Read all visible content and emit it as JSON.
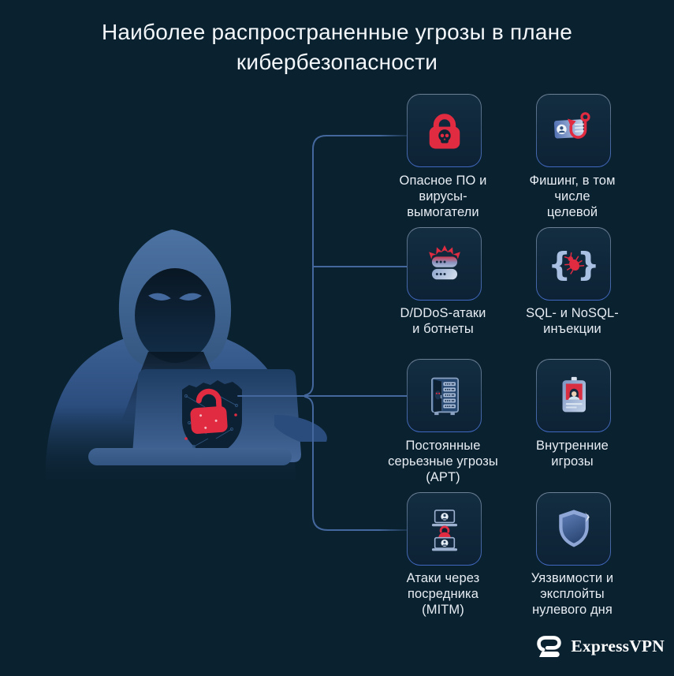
{
  "title": "Наиболее распространенные угрозы в плане кибербезопасности",
  "threats": [
    {
      "id": "malware-ransomware",
      "icon": "ransomware-lock-skull-icon",
      "label": "Опасное ПО и вирусы-вымогатели",
      "lines": [
        "Опасное ПО и",
        "вирусы-",
        "вымогатели"
      ]
    },
    {
      "id": "phishing",
      "icon": "phishing-hook-icon",
      "label": "Фишинг, в том числе целевой",
      "lines": [
        "Фишинг, в том",
        "числе",
        "целевой"
      ]
    },
    {
      "id": "ddos-botnets",
      "icon": "ddos-server-attack-icon",
      "label": "D/DDoS-атаки и ботнеты",
      "lines": [
        "D/DDoS-атаки",
        "и ботнеты"
      ]
    },
    {
      "id": "sql-injection",
      "icon": "sql-injection-bug-icon",
      "label": "SQL- и NoSQL-инъекции",
      "lines": [
        "SQL- и NoSQL-",
        "инъекции"
      ]
    },
    {
      "id": "apt",
      "icon": "apt-server-rack-icon",
      "label": "Постоянные серьезные угрозы (APT)",
      "lines": [
        "Постоянные",
        "серьезные угрозы",
        "(APT)"
      ]
    },
    {
      "id": "insider-threats",
      "icon": "insider-id-badge-icon",
      "label": "Внутренние игрозы",
      "lines": [
        "Внутренние",
        "игрозы"
      ]
    },
    {
      "id": "mitm",
      "icon": "mitm-laptops-icon",
      "label": "Атаки через посредника (MITM)",
      "lines": [
        "Атаки через",
        "посредника",
        "(MITM)"
      ]
    },
    {
      "id": "zero-day",
      "icon": "zero-day-shield-icon",
      "label": "Уязвимости и эксплойты нулевого дня",
      "lines": [
        "Уязвимости и",
        "эксплойты",
        "нулевого дня"
      ]
    }
  ],
  "illustration": {
    "name": "hooded-hacker-with-laptop",
    "emblem": "red-open-padlock-on-dark-shield"
  },
  "brand": {
    "name": "ExpressVPN",
    "logo_icon": "expressvpn-logo-icon"
  },
  "colors": {
    "background": "#0a2130",
    "accent_red": "#e02b41",
    "connector_blue": "#44689d",
    "card_border_top": "#6d8094",
    "card_border_bottom": "#4068c2",
    "text": "#e7edf3"
  }
}
